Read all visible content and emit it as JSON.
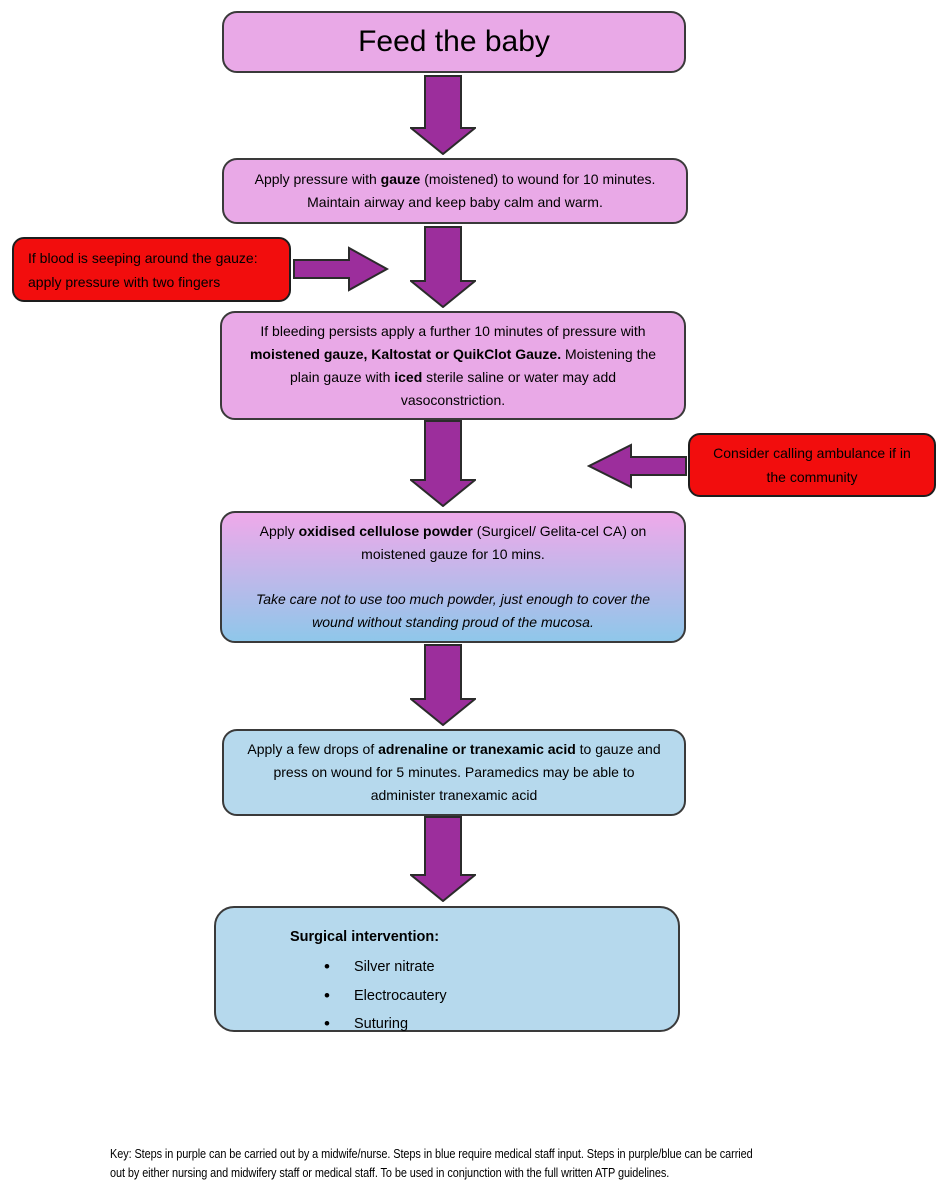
{
  "palette": {
    "step_pink": "#e9a9e7",
    "step_blue": "#b6d9ed",
    "gradient_top": "#efa9ea",
    "gradient_bottom": "#8fc7ea",
    "alert_red": "#f20d0d",
    "arrow_purple": "#9c2e9c",
    "border_dark": "#3a3a3a"
  },
  "flowchart": {
    "title": "Feed the baby",
    "step_gauze_pressure": {
      "segments": [
        {
          "t": "Apply pressure with "
        },
        {
          "t": "gauze",
          "s": "b"
        },
        {
          "t": " (moistened) to wound for 10 minutes. Maintain airway and keep baby calm and warm."
        }
      ]
    },
    "note_blood_seeping": {
      "text": "If blood is seeping around the gauze: apply pressure with two fingers"
    },
    "step_bleeding_persists": {
      "segments": [
        {
          "t": "If bleeding persists apply a further 10 minutes of pressure with "
        },
        {
          "t": "moistened gauze, Kaltostat or QuikClot Gauze.",
          "s": "b"
        },
        {
          "t": "  Moistening the plain gauze with "
        },
        {
          "t": "iced",
          "s": "b"
        },
        {
          "t": " sterile saline or water may add vasoconstriction."
        }
      ]
    },
    "note_ambulance": {
      "text": "Consider calling ambulance if in the community"
    },
    "step_cellulose": {
      "para1": [
        {
          "t": "Apply "
        },
        {
          "t": "oxidised cellulose powder",
          "s": "b"
        },
        {
          "t": " (Surgicel/ Gelita-cel CA) on moistened gauze for 10 mins."
        }
      ],
      "para2": [
        {
          "t": "Take care not to use too much powder, just enough to cover the wound without standing proud of the mucosa.",
          "s": "i"
        }
      ]
    },
    "step_adrenaline": {
      "segments": [
        {
          "t": "Apply a few drops of "
        },
        {
          "t": "adrenaline or tranexamic acid",
          "s": "b"
        },
        {
          "t": " to gauze and press on wound for 5 minutes. Paramedics may be able to administer tranexamic acid"
        }
      ]
    },
    "step_surgical": {
      "heading": "Surgical intervention:",
      "items": [
        "Silver nitrate",
        "Electrocautery",
        "Suturing"
      ]
    },
    "key": {
      "line1": "Key: Steps in purple can be carried out by a midwife/nurse. Steps in blue require medical staff input. Steps in purple/blue can be carried",
      "line2": "out by either nursing and midwifery staff or medical staff.  To be used in conjunction with the full written ATP guidelines."
    }
  }
}
